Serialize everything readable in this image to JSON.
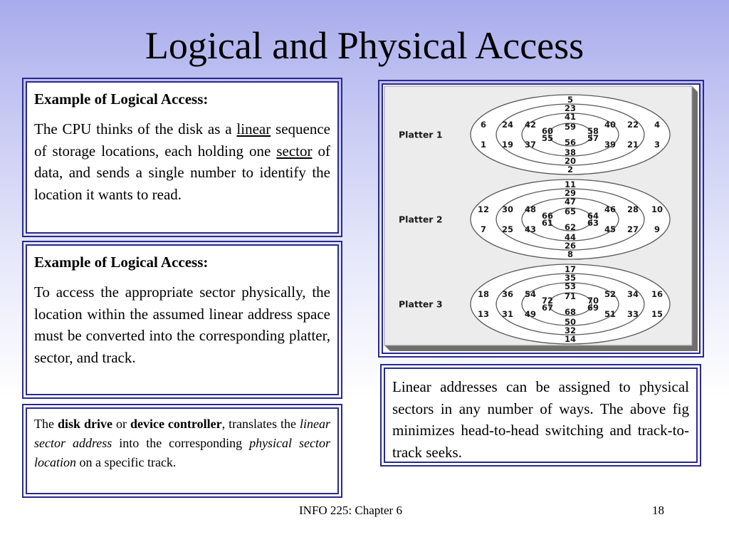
{
  "title": "Logical and Physical Access",
  "box1": {
    "heading": "Example of Logical Access:",
    "t1": "The CPU thinks of the disk as a ",
    "u1": "linear",
    "t2": " sequence of storage locations, each holding one ",
    "u2": "sector",
    "t3": " of data, and sends a single number to identify the location it wants to read."
  },
  "box2": {
    "heading": "Example of Logical Access:",
    "body": "To access the appropriate sector physically, the location within the assumed linear address space must be converted into the corresponding platter, sector, and track."
  },
  "box3": {
    "t1": "The ",
    "b1": "disk drive",
    "t2": " or ",
    "b2": "device controller",
    "t3": ", translates the ",
    "i1": "linear sector address",
    "t4": " into the corresponding ",
    "i2": "physical sector location",
    "t5": " on a specific track."
  },
  "box4": {
    "body": "Linear addresses can be assigned to physical sectors in any number of ways. The above fig minimizes head-to-head switching and track-to-track seeks."
  },
  "figure": {
    "platters": [
      {
        "label": "Platter 1",
        "top": [
          "5",
          "23",
          "41",
          "59"
        ],
        "bottom": [
          "56",
          "38",
          "20",
          "2"
        ],
        "outer_left": [
          "6",
          "1"
        ],
        "outer_right": [
          "4",
          "3"
        ],
        "track2_left": [
          "24",
          "19"
        ],
        "track2_right": [
          "22",
          "21"
        ],
        "track3_left": [
          "42",
          "37"
        ],
        "track3_right": [
          "40",
          "39"
        ],
        "inner_left": [
          "60",
          "55"
        ],
        "inner_right": [
          "58",
          "57"
        ]
      },
      {
        "label": "Platter 2",
        "top": [
          "11",
          "29",
          "47",
          "65"
        ],
        "bottom": [
          "62",
          "44",
          "26",
          "8"
        ],
        "outer_left": [
          "12",
          "7"
        ],
        "outer_right": [
          "10",
          "9"
        ],
        "track2_left": [
          "30",
          "25"
        ],
        "track2_right": [
          "28",
          "27"
        ],
        "track3_left": [
          "48",
          "43"
        ],
        "track3_right": [
          "46",
          "45"
        ],
        "inner_left": [
          "66",
          "61"
        ],
        "inner_right": [
          "64",
          "63"
        ]
      },
      {
        "label": "Platter 3",
        "top": [
          "17",
          "35",
          "53",
          "71"
        ],
        "bottom": [
          "68",
          "50",
          "32",
          "14"
        ],
        "outer_left": [
          "18",
          "13"
        ],
        "outer_right": [
          "16",
          "15"
        ],
        "track2_left": [
          "36",
          "31"
        ],
        "track2_right": [
          "34",
          "33"
        ],
        "track3_left": [
          "54",
          "49"
        ],
        "track3_right": [
          "52",
          "51"
        ],
        "inner_left": [
          "72",
          "67"
        ],
        "inner_right": [
          "70",
          "69"
        ]
      }
    ]
  },
  "footer": {
    "course": "INFO 225: Chapter 6",
    "page": "18"
  }
}
